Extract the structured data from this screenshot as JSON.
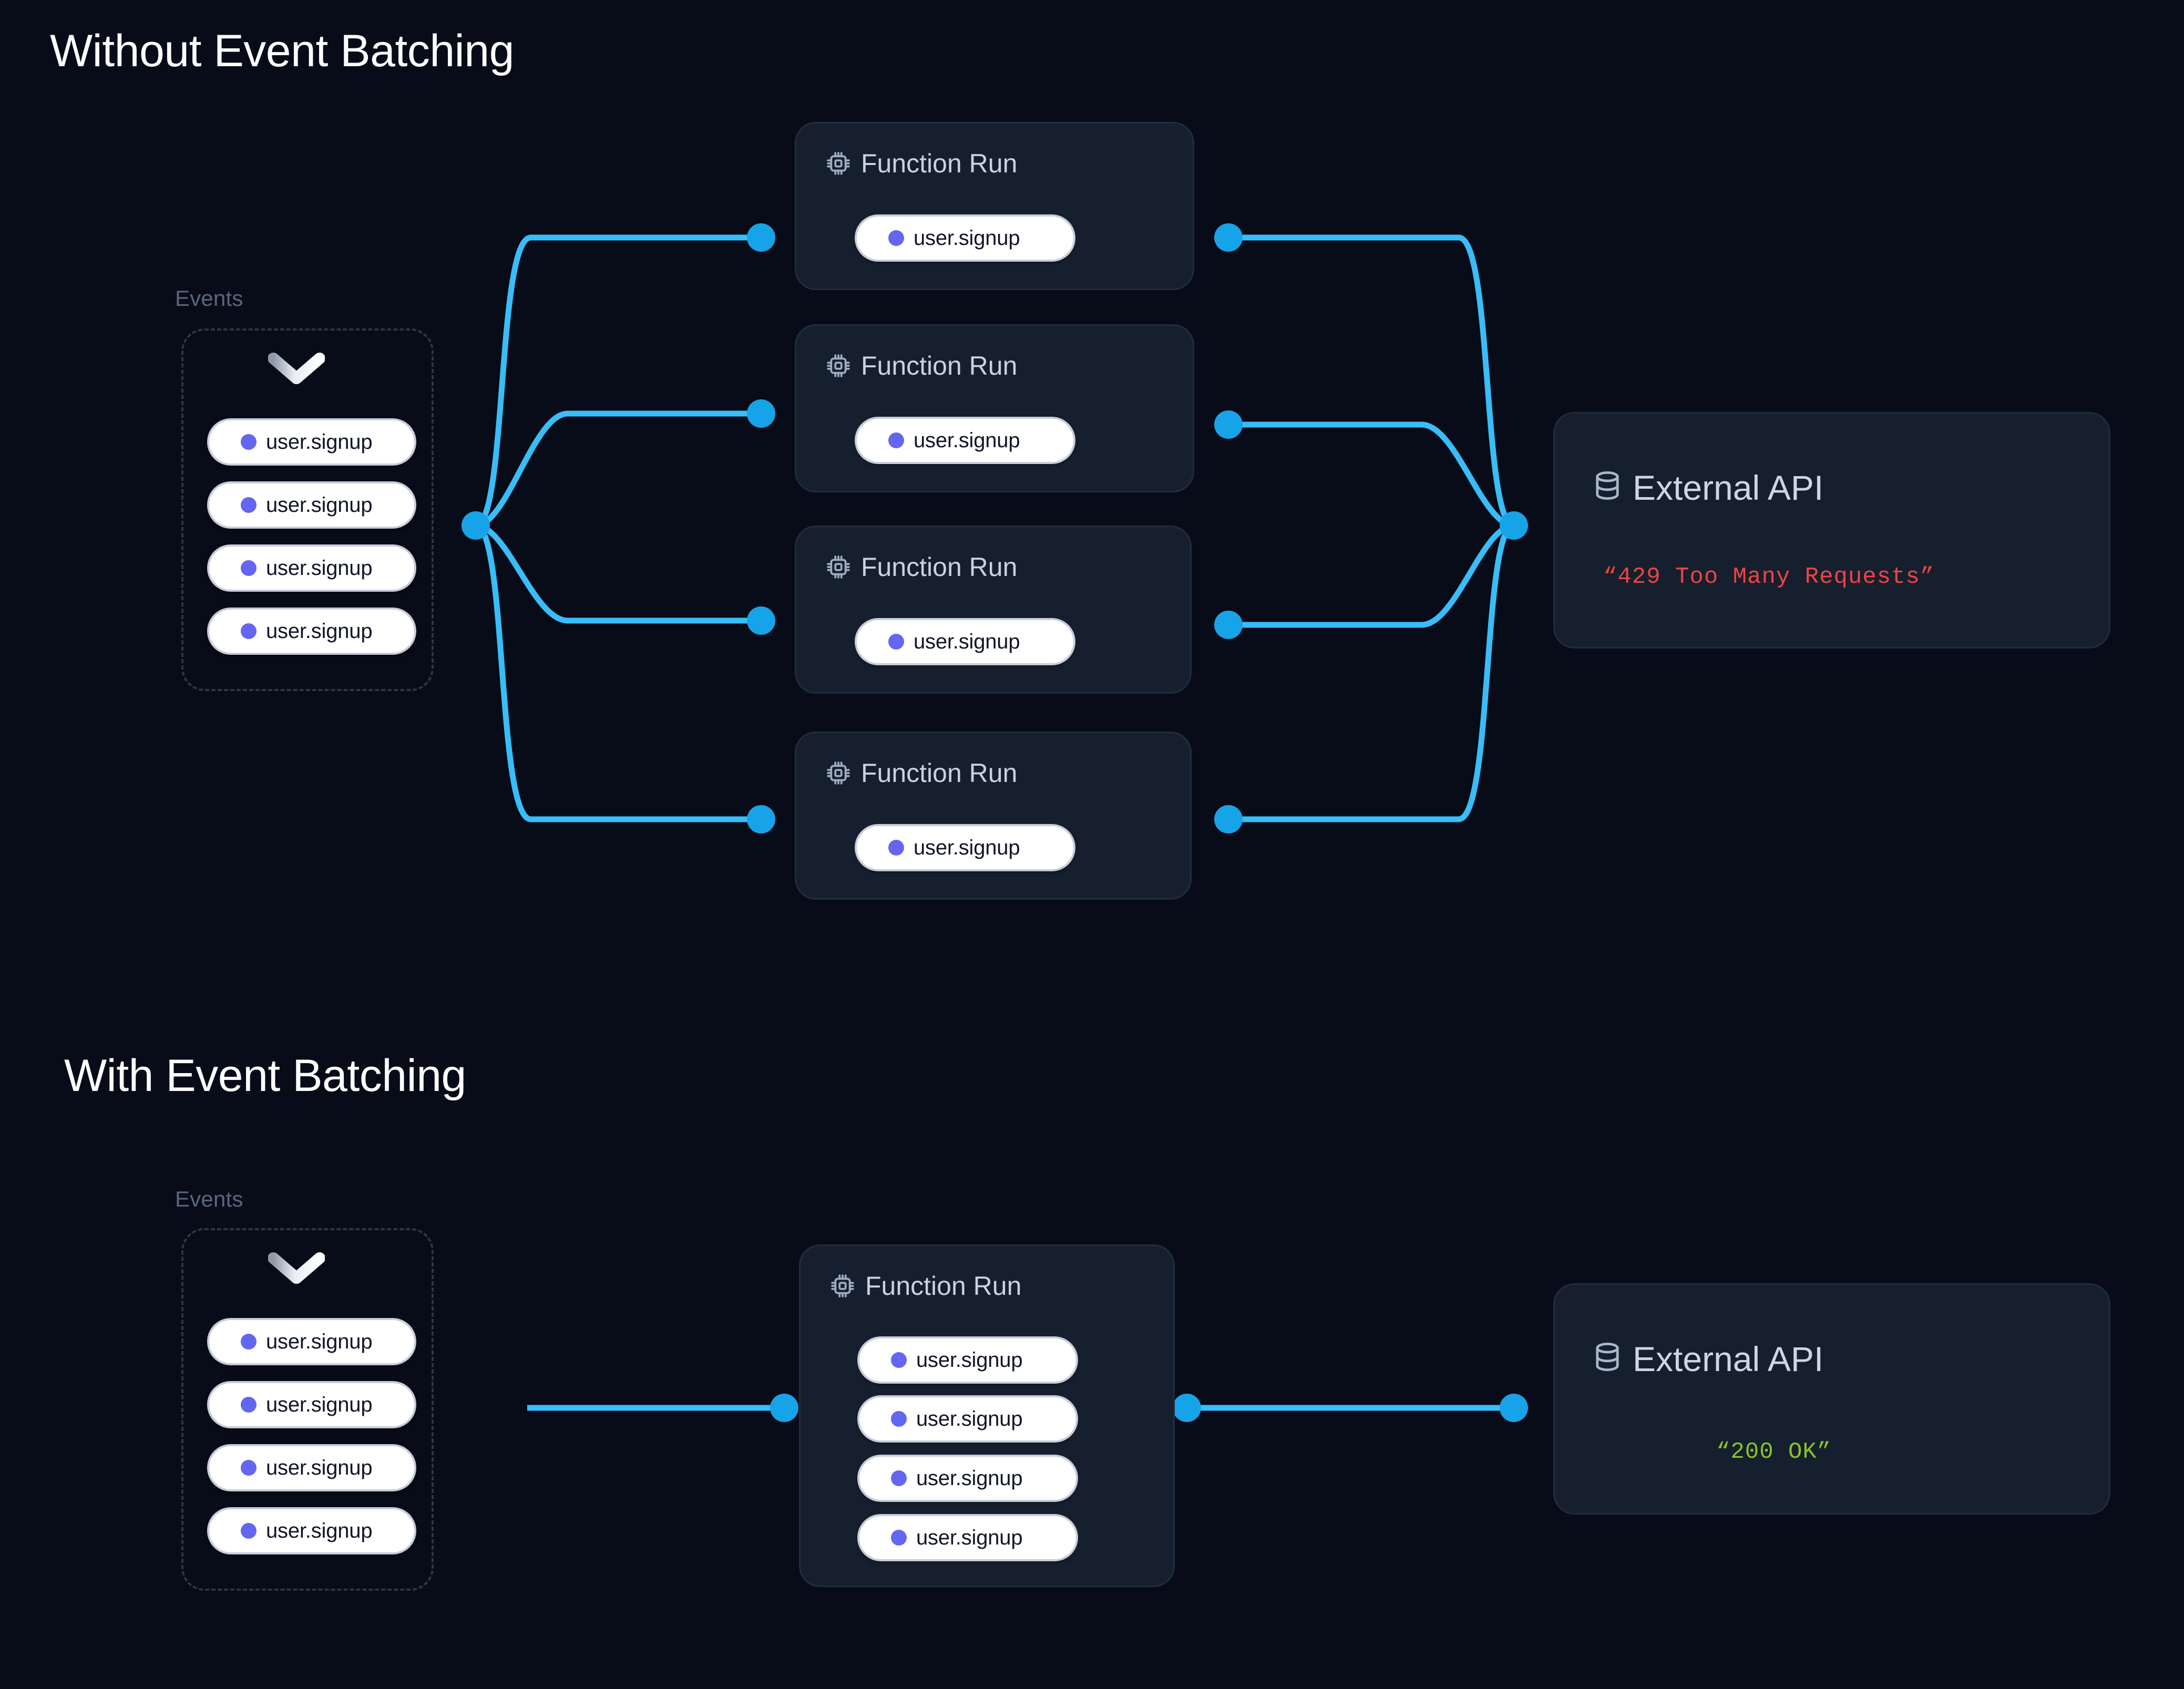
{
  "page": {
    "background": "#080c18",
    "accent_wire": "#38bdf8",
    "event_accent": "#6366f1",
    "card_bg": "#161f2e",
    "error_color": "#ef4444",
    "success_color": "#86c524"
  },
  "sections": [
    {
      "id": "without-batching",
      "title": "Without Event Batching",
      "events": {
        "label": "Events",
        "chevron_icon": "chevron-down-icon",
        "items": [
          {
            "icon": "event-trail-icon",
            "label": "user.signup"
          },
          {
            "icon": "event-trail-icon",
            "label": "user.signup"
          },
          {
            "icon": "event-trail-icon",
            "label": "user.signup"
          },
          {
            "icon": "event-trail-icon",
            "label": "user.signup"
          }
        ]
      },
      "function_runs": [
        {
          "icon": "cpu-chip-icon",
          "title": "Function Run",
          "events": [
            {
              "icon": "event-trail-icon",
              "label": "user.signup"
            }
          ]
        },
        {
          "icon": "cpu-chip-icon",
          "title": "Function Run",
          "events": [
            {
              "icon": "event-trail-icon",
              "label": "user.signup"
            }
          ]
        },
        {
          "icon": "cpu-chip-icon",
          "title": "Function Run",
          "events": [
            {
              "icon": "event-trail-icon",
              "label": "user.signup"
            }
          ]
        },
        {
          "icon": "cpu-chip-icon",
          "title": "Function Run",
          "events": [
            {
              "icon": "event-trail-icon",
              "label": "user.signup"
            }
          ]
        }
      ],
      "external_api": {
        "icon": "database-icon",
        "title": "External API",
        "status": "“429 Too Many Requests”",
        "status_kind": "error"
      }
    },
    {
      "id": "with-batching",
      "title": "With Event Batching",
      "events": {
        "label": "Events",
        "chevron_icon": "chevron-down-icon",
        "items": [
          {
            "icon": "event-trail-icon",
            "label": "user.signup"
          },
          {
            "icon": "event-trail-icon",
            "label": "user.signup"
          },
          {
            "icon": "event-trail-icon",
            "label": "user.signup"
          },
          {
            "icon": "event-trail-icon",
            "label": "user.signup"
          }
        ]
      },
      "function_runs": [
        {
          "icon": "cpu-chip-icon",
          "title": "Function Run",
          "events": [
            {
              "icon": "event-trail-icon",
              "label": "user.signup"
            },
            {
              "icon": "event-trail-icon",
              "label": "user.signup"
            },
            {
              "icon": "event-trail-icon",
              "label": "user.signup"
            },
            {
              "icon": "event-trail-icon",
              "label": "user.signup"
            }
          ]
        }
      ],
      "external_api": {
        "icon": "database-icon",
        "title": "External API",
        "status": "“200 OK”",
        "status_kind": "success"
      }
    }
  ]
}
